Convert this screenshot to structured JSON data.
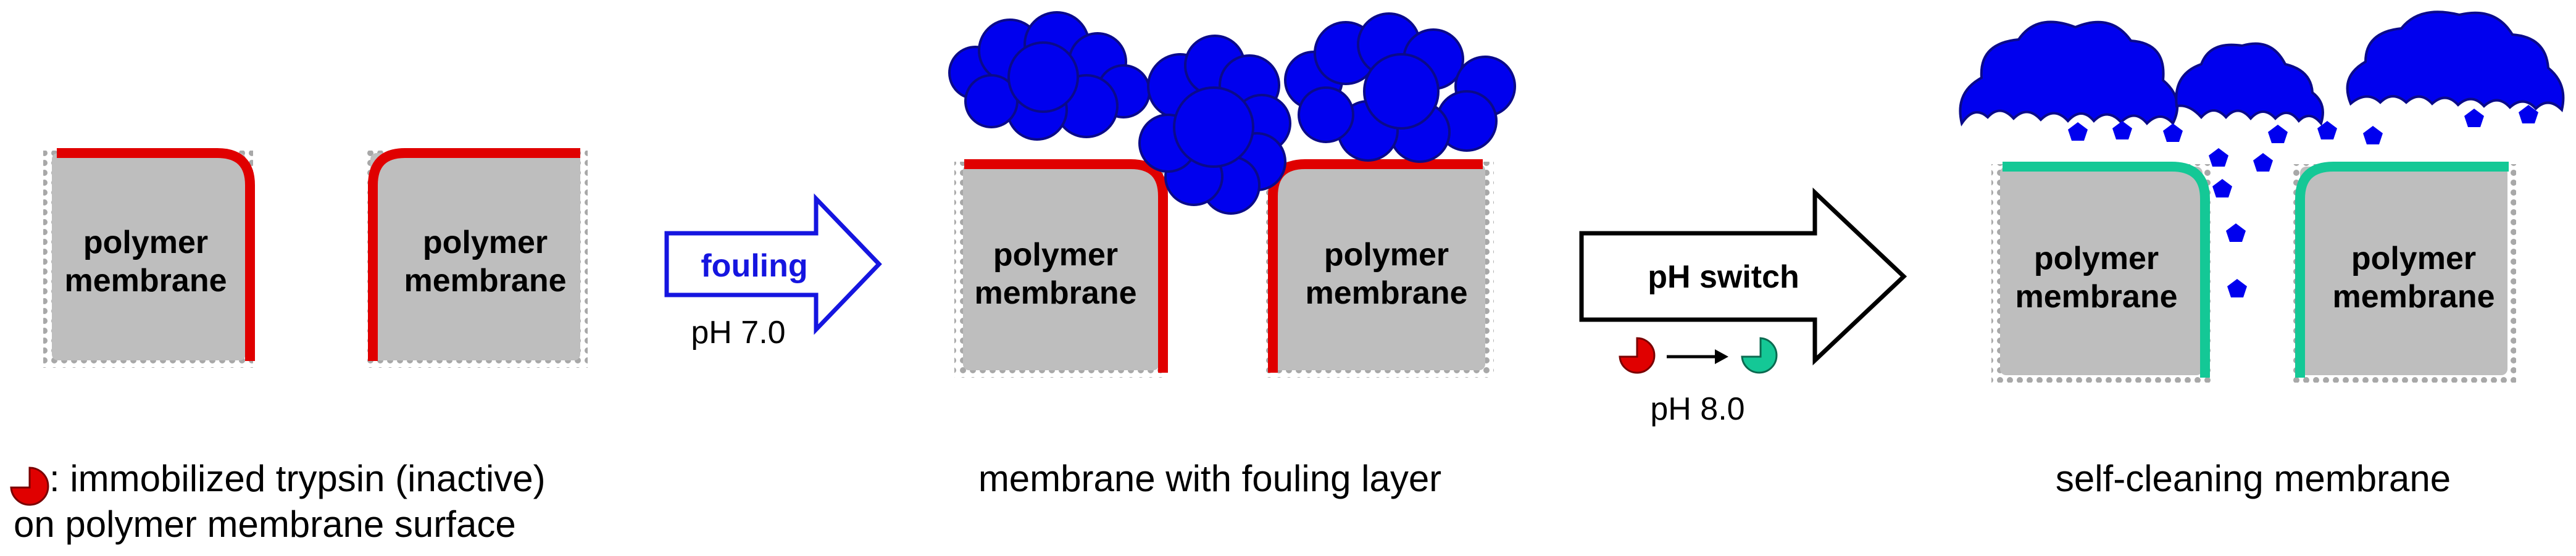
{
  "panels": {
    "left": {
      "membrane_1": [
        "polymer",
        "membrane"
      ],
      "membrane_2": [
        "polymer",
        "membrane"
      ],
      "caption_line_1": ": immobilized trypsin (inactive)",
      "caption_line_2": "on polymer membrane surface"
    },
    "middle": {
      "membrane_1": [
        "polymer",
        "membrane"
      ],
      "membrane_2": [
        "polymer",
        "membrane"
      ],
      "caption": "membrane with fouling layer"
    },
    "right": {
      "membrane_1": [
        "polymer",
        "membrane"
      ],
      "membrane_2": [
        "polymer",
        "membrane"
      ],
      "caption": "self-cleaning membrane"
    }
  },
  "arrows": {
    "fouling": {
      "label": "fouling",
      "condition": "pH 7.0"
    },
    "switch": {
      "label": "pH switch",
      "condition": "pH 8.0"
    }
  },
  "colors": {
    "membrane": "#bebebe",
    "inactive_trypsin": "#e00000",
    "active_trypsin": "#14c896",
    "foulant": "#0000ee",
    "fouling_arrow": "#1515e0",
    "switch_arrow": "#000000"
  },
  "icons": {
    "inactive_enzyme": "red-pacman-icon",
    "active_enzyme": "teal-pacman-icon",
    "foulant": "blue-cloud",
    "fragment": "blue-pentagon"
  }
}
